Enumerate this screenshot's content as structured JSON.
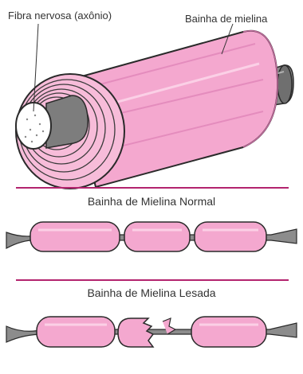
{
  "labels": {
    "axon": "Fibra nervosa (axônio)",
    "sheath": "Bainha de mielina"
  },
  "sections": {
    "normal": "Bainha de Mielina Normal",
    "damaged": "Bainha de Mielina Lesada"
  },
  "colors": {
    "myelin": "#f4a8cf",
    "myelin_dark": "#d97fb0",
    "axon": "#8c8c8c",
    "axon_dark": "#5a5a5a",
    "divider": "#b3246e",
    "outline": "#2a2a2a"
  }
}
